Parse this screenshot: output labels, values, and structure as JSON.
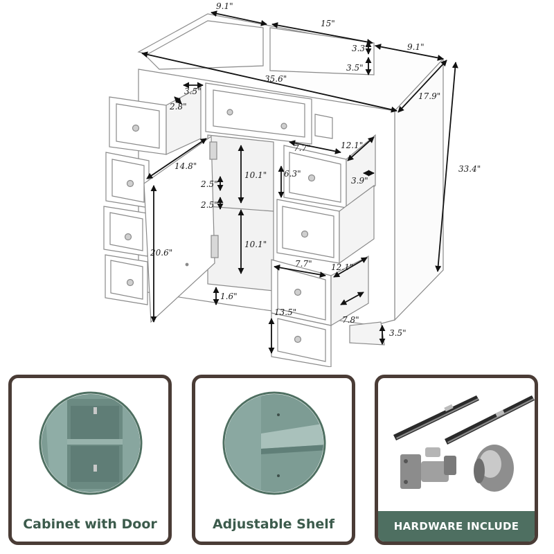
{
  "dimensions": {
    "top_left_depth": "9.1\"",
    "top_opening_width": "15\"",
    "top_gap_height": "3.3\"",
    "top_right_depth": "9.1\"",
    "top_rail_height": "3.5\"",
    "overall_width": "35.6\"",
    "overall_depth": "17.9\"",
    "overall_height": "33.4\"",
    "top_left_drawer_height": "3.5\"",
    "top_left_drawer_inner": "2.8\"",
    "door_width": "14.8\"",
    "door_height": "20.6\"",
    "upper_compartment_height": "10.1\"",
    "lower_compartment_height": "10.1\"",
    "shelf_gap_upper": "2.5\"",
    "shelf_gap_lower": "2.5\"",
    "toe_kick_height": "1.6\"",
    "right_drawer_upper_width": "7.7\"",
    "right_drawer_upper_depth": "12.1\"",
    "right_drawer_upper_height": "6.3\"",
    "right_drawer_upper_inner": "3.9\"",
    "right_drawer_lower_width": "7.7\"",
    "right_drawer_lower_depth": "12.1\"",
    "right_drawer_lower_height": "13.5\"",
    "right_drawer_lower_inner": "7.8\"",
    "base_height": "3.5\""
  },
  "panels": {
    "door_caption": "Cabinet with Door",
    "shelf_caption": "Adjustable Shelf",
    "hardware_caption": "HARDWARE INCLUDE"
  },
  "colors": {
    "cabinet_green": "#7d9c94",
    "caption_green": "#3c5b4c",
    "band_green": "#4e6f61",
    "border_brown": "#4a3c36"
  }
}
